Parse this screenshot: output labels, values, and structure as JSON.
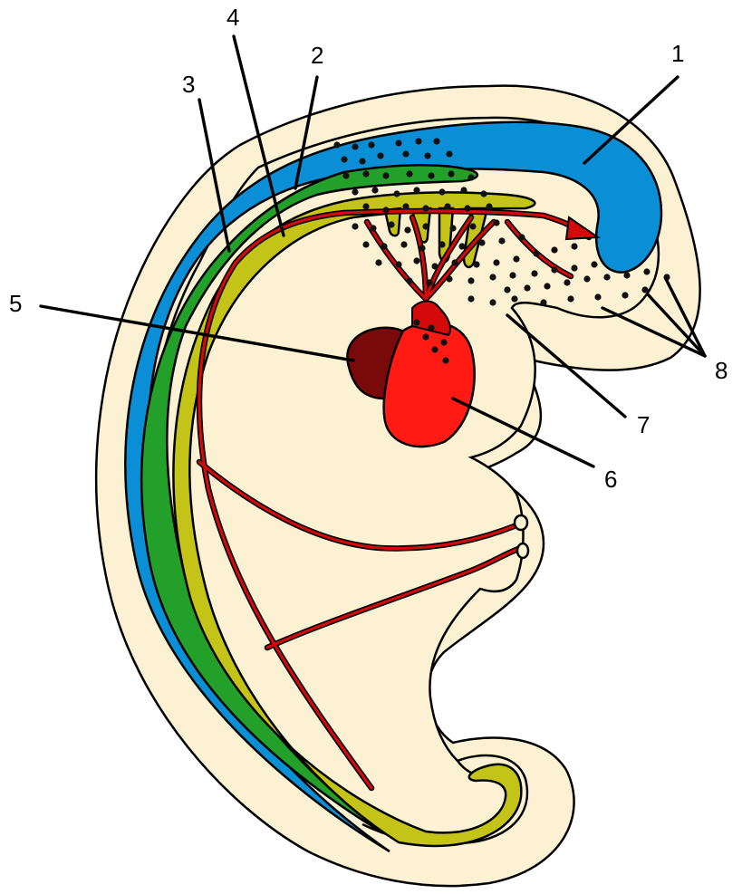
{
  "labels": [
    {
      "id": "1",
      "text": "1"
    },
    {
      "id": "2",
      "text": "2"
    },
    {
      "id": "3",
      "text": "3"
    },
    {
      "id": "4",
      "text": "4"
    },
    {
      "id": "5",
      "text": "5"
    },
    {
      "id": "6",
      "text": "6"
    },
    {
      "id": "7",
      "text": "7"
    },
    {
      "id": "8",
      "text": "8"
    }
  ],
  "colors": {
    "tissue": "#FCF1D2",
    "blue_layer": "#0A8FD6",
    "green_layer": "#22A02A",
    "olive_layer": "#C4C318",
    "vessel": "#D40A0A",
    "vessel_dark": "#7A0A0A",
    "heart_bright": "#FF1A14",
    "dots": "#111111"
  }
}
